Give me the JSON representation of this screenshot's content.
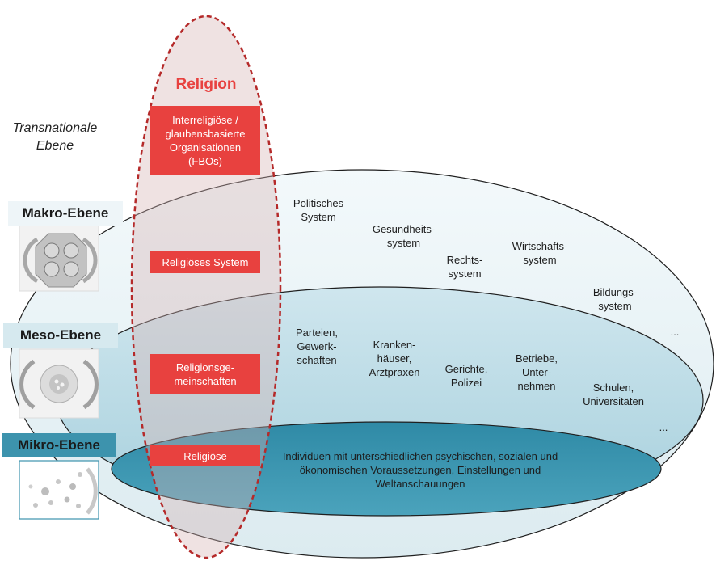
{
  "religion": {
    "title": "Religion",
    "boxes": {
      "transnational": "Interreligiöse / glaubensbasierte Organisationen (FBOs)",
      "makro": "Religiöses System",
      "meso": "Religionsge-meinschaften",
      "mikro": "Religiöse"
    }
  },
  "levels": {
    "transnational": "Transnationale Ebene",
    "makro": "Makro-Ebene",
    "meso": "Meso-Ebene",
    "mikro": "Mikro-Ebene"
  },
  "makro_items": {
    "politik": "Politisches System",
    "gesundheit": "Gesundheits-system",
    "recht": "Rechts-system",
    "wirtschaft": "Wirtschafts-system",
    "bildung": "Bildungs-system",
    "ellipsis": "..."
  },
  "meso_items": {
    "parteien": "Parteien, Gewerk-schaften",
    "kranken": "Kranken-häuser, Arztpraxen",
    "gerichte": "Gerichte, Polizei",
    "betriebe": "Betriebe, Unter-nehmen",
    "schulen": "Schulen, Universitäten",
    "ellipsis": "..."
  },
  "mikro_text": "Individuen mit unterschiedlichen psychischen, sozialen und ökonomischen Voraussetzungen, Einstellungen und Weltanschauungen",
  "colors": {
    "red": "#e8413f",
    "makro_fill": "#e6f1f4",
    "meso_fill": "#b9dbe5",
    "mikro_fill": "#3d93ad",
    "label_bg": "#d6e9ef"
  }
}
